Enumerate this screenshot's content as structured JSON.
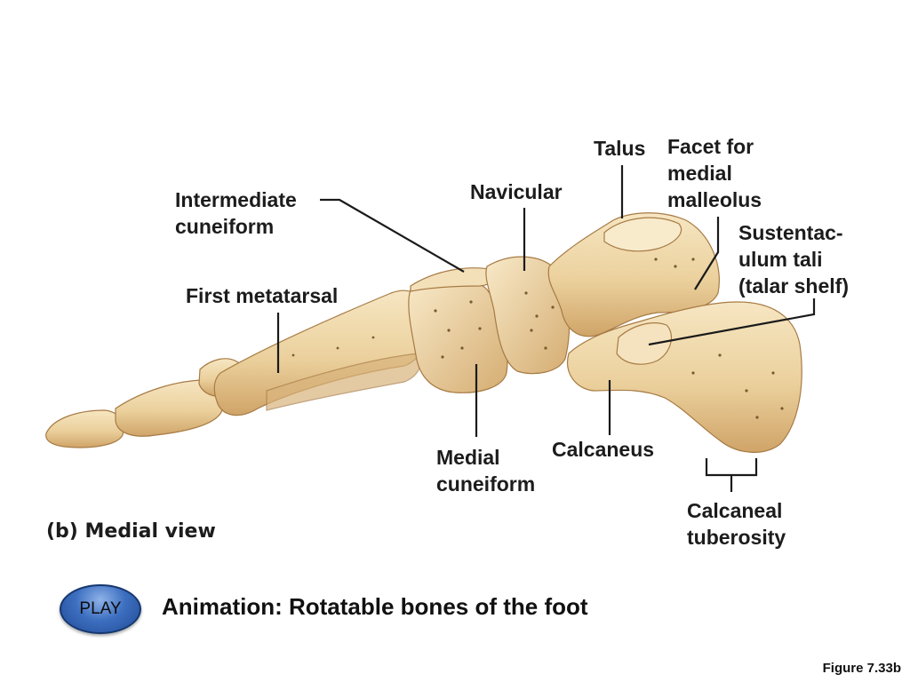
{
  "labels": {
    "talus": "Talus",
    "facet_for_medial_malleolus": [
      "Facet for",
      "medial",
      "malleolus"
    ],
    "navicular": "Navicular",
    "intermediate_cuneiform": [
      "Intermediate",
      "cuneiform"
    ],
    "sustentaculum_tali": [
      "Sustentac-",
      "ulum tali",
      "(talar shelf)"
    ],
    "first_metatarsal": "First metatarsal",
    "medial_cuneiform": [
      "Medial",
      "cuneiform"
    ],
    "calcaneus": "Calcaneus",
    "calcaneal_tuberosity": [
      "Calcaneal",
      "tuberosity"
    ]
  },
  "caption": "(b) Medial view",
  "play_button": {
    "label": "PLAY"
  },
  "animation_title": "Animation: Rotatable bones of the foot",
  "figure_label": "Figure 7.33b",
  "colors": {
    "bone_fill": "#eed8a8",
    "bone_shadow": "#c9a26a",
    "bone_outline": "#a77b45",
    "leader_line": "#1a1a1a",
    "play_button": "#3d6fc0"
  }
}
